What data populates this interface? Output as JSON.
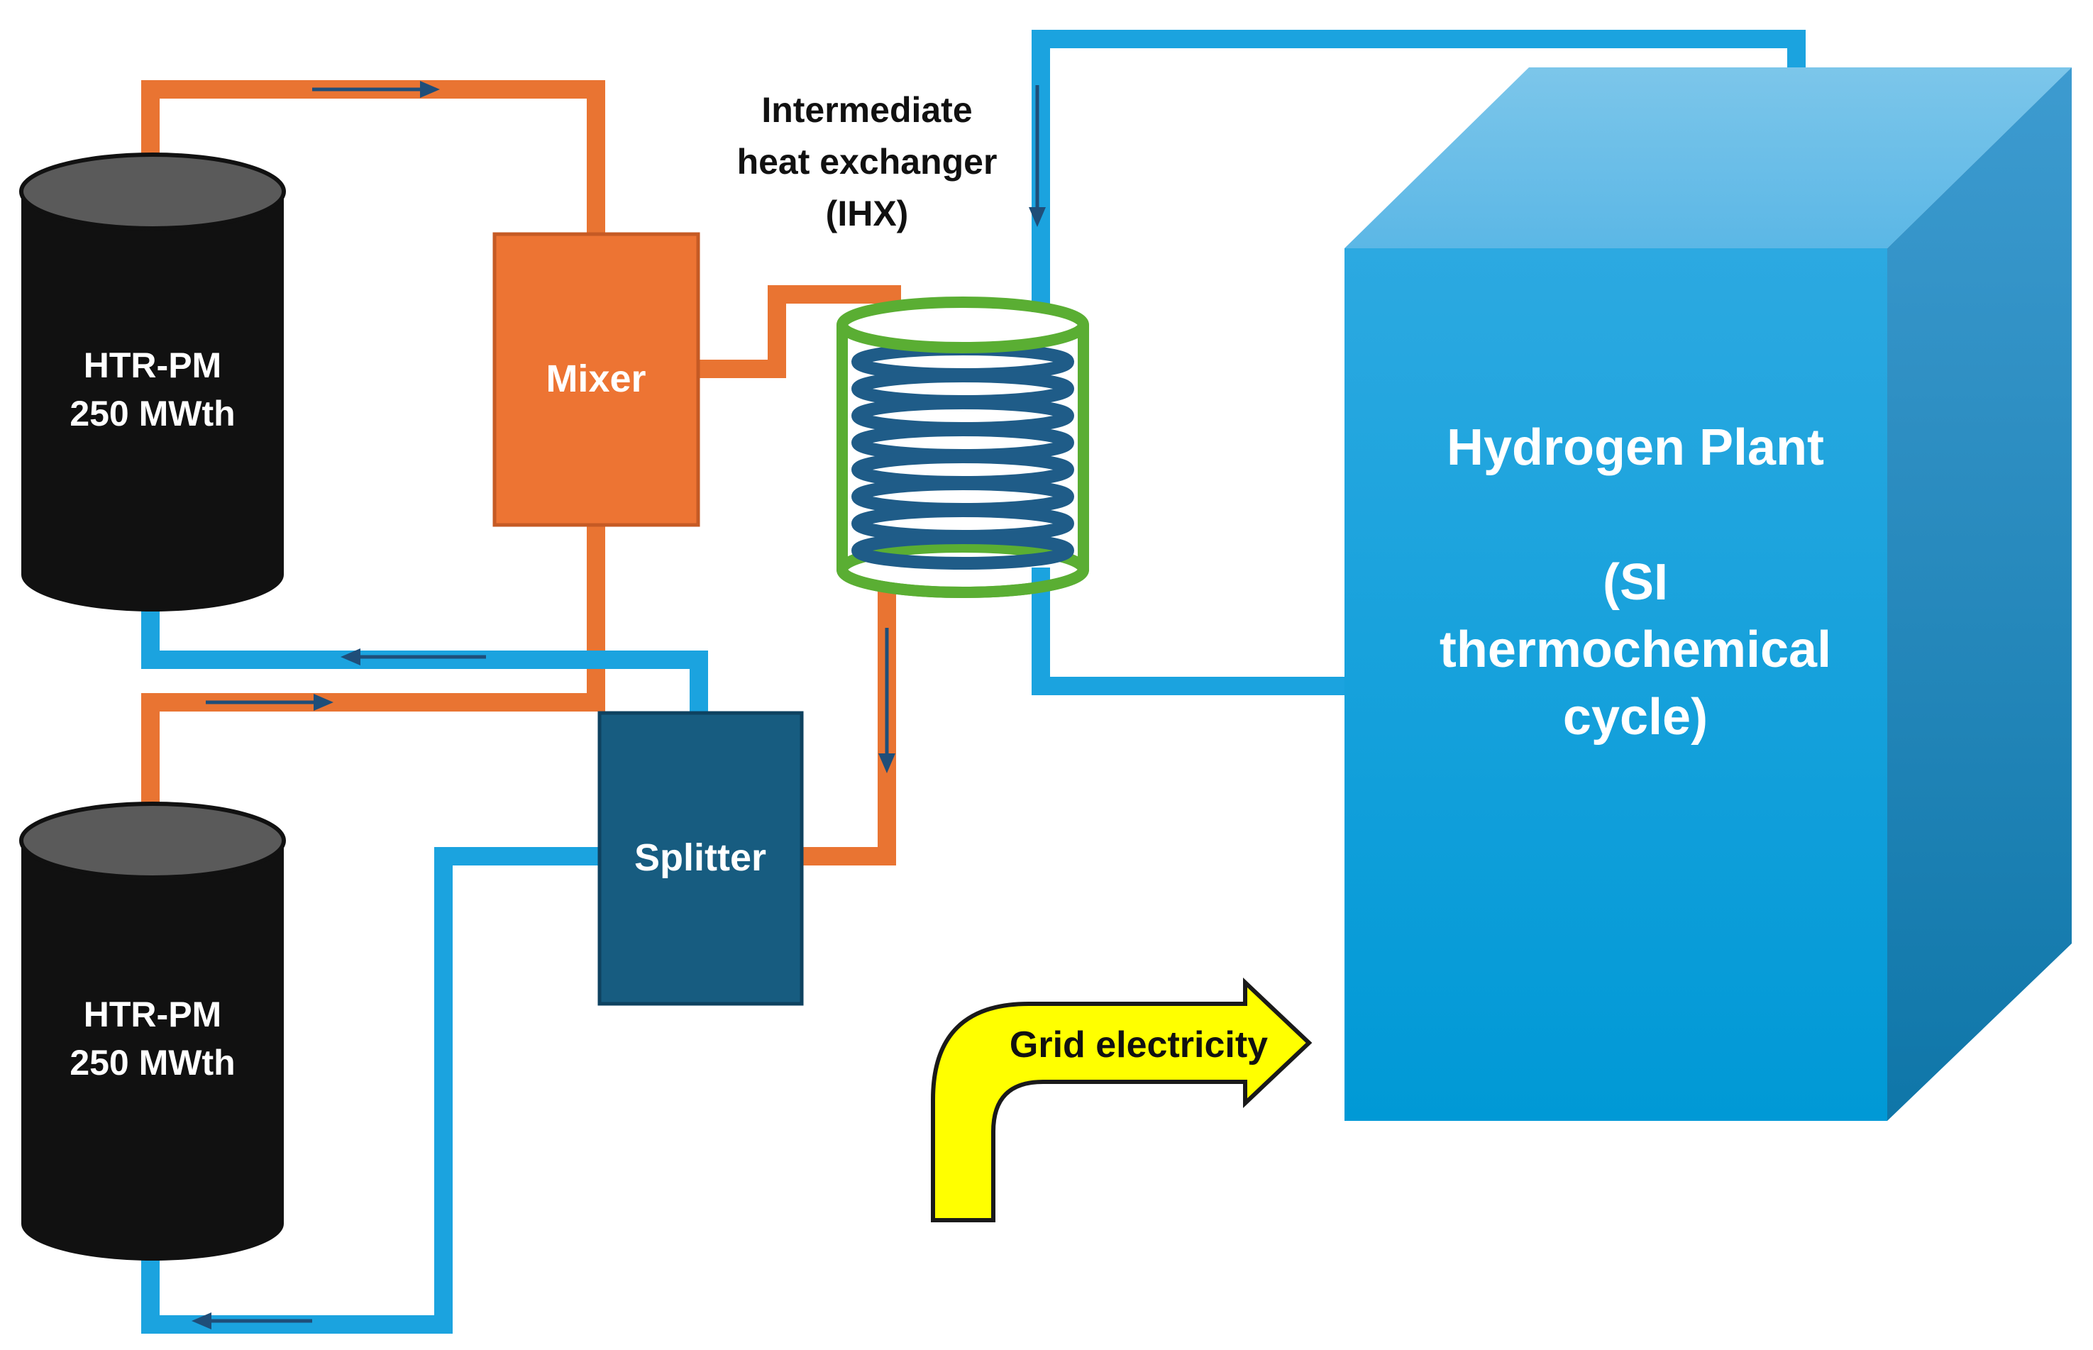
{
  "reactors": [
    {
      "name": "HTR-PM",
      "power": "250 MWth"
    },
    {
      "name": "HTR-PM",
      "power": "250 MWth"
    }
  ],
  "components": {
    "mixer": "Mixer",
    "splitter": "Splitter",
    "ihx_lines": [
      "Intermediate",
      "heat exchanger",
      "(IHX)"
    ],
    "plant_lines": [
      "Hydrogen Plant",
      "",
      "(SI",
      "thermochemical",
      "cycle)"
    ],
    "grid": "Grid electricity"
  },
  "colors": {
    "hot_pipe": "#E97432",
    "cold_pipe": "#1BA3DF",
    "flow_arrow": "#1F4E79",
    "reactor": "#111111",
    "reactor_top": "#595959",
    "mixer": "#ED7433",
    "splitter": "#175C80",
    "ihx_shell": "#5AAE33",
    "ihx_coil": "#1F5C88",
    "plant_front": "#109FDC",
    "grid_arrow": "#FFFF00"
  }
}
